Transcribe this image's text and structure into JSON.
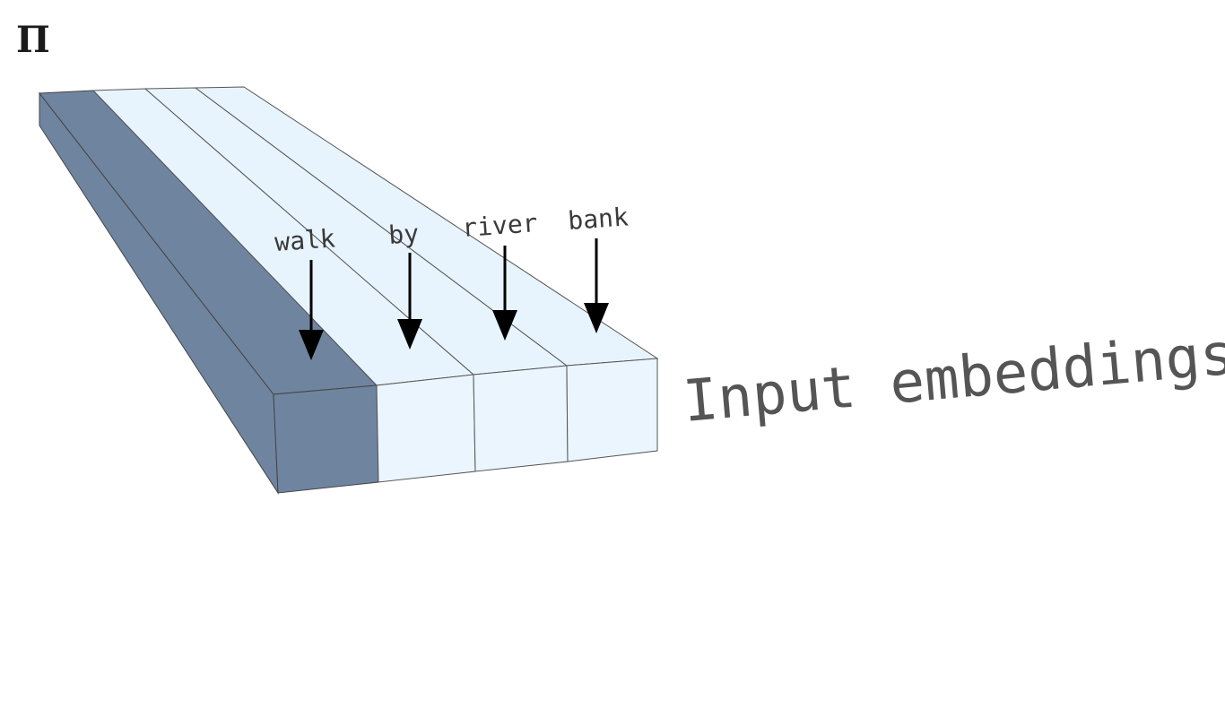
{
  "logo": {
    "glyph": "Π",
    "icon": "pi-logo-icon"
  },
  "caption": "Input embeddings",
  "tokens": [
    "walk",
    "by",
    "river",
    "bank"
  ],
  "colors": {
    "highlighted_column": "#6f849f",
    "highlighted_side": "#6f849f",
    "column_fill": "#e8f4fd",
    "column_front": "#eaf5fd",
    "edge": "#444444",
    "arrow": "#000000"
  }
}
